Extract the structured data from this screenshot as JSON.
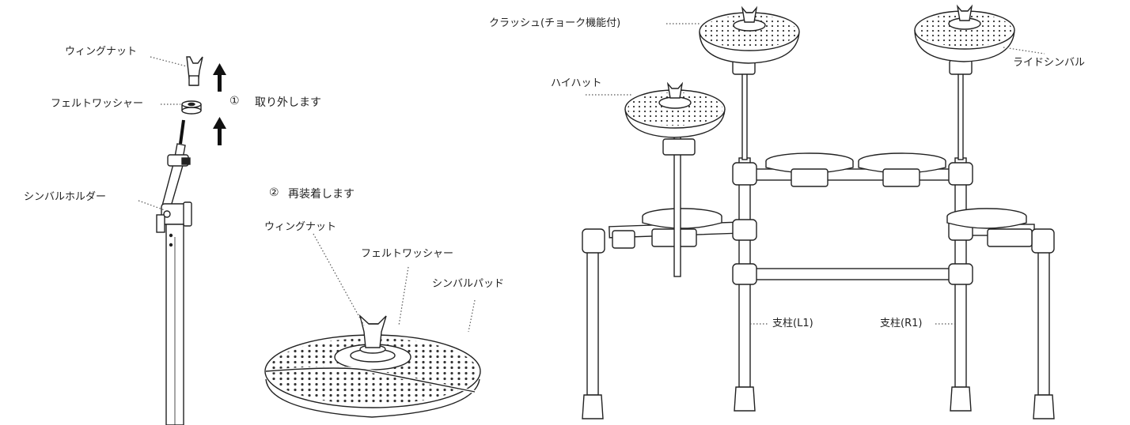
{
  "left_panel": {
    "label_wing_nut_top": "ウィングナット",
    "label_felt_washer_top": "フェルトワッシャー",
    "label_cymbal_holder": "シンバルホルダー",
    "step1_number": "①",
    "step1_text": "取り外します",
    "step2_number": "②",
    "step2_text": "再装着します",
    "label_wing_nut_bottom": "ウィングナット",
    "label_felt_washer_bottom": "フェルトワッシャー",
    "label_cymbal_pad": "シンバルパッド"
  },
  "right_panel": {
    "label_crash": "クラッシュ(チョーク機能付)",
    "label_ride": "ライドシンバル",
    "label_hihat": "ハイハット",
    "label_post_l1": "支柱(L1)",
    "label_post_r1": "支柱(R1)"
  }
}
